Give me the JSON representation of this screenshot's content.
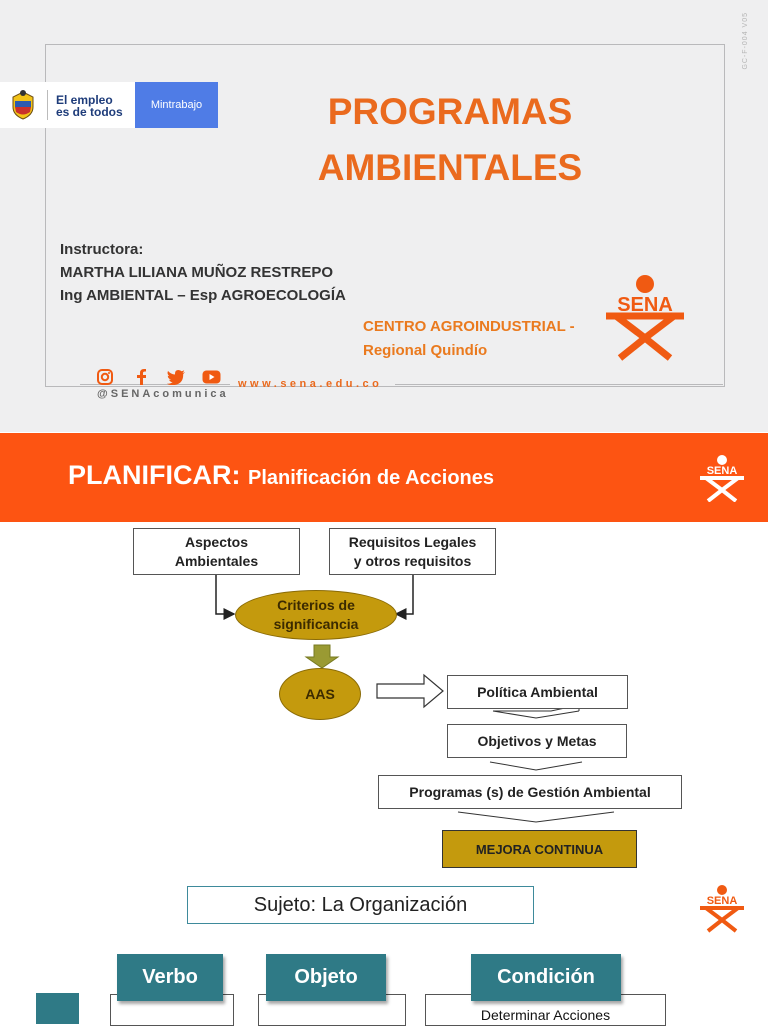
{
  "doc_ref": "GC-F-004 V05",
  "gov_logo": {
    "line1": "El empleo",
    "line2": "es de todos",
    "ministry": "Mintrabajo"
  },
  "slide1": {
    "title_line1": "PROGRAMAS",
    "title_line2": "AMBIENTALES",
    "instructor_label": "Instructora:",
    "instructor_name": "MARTHA LILIANA MUÑOZ RESTREPO",
    "instructor_title": "Ing AMBIENTAL – Esp AGROECOLOGÍA",
    "centro_line1": "CENTRO AGROINDUSTRIAL -",
    "centro_line2": "Regional Quindío",
    "social_handle": "@SENAcomunica",
    "website": "www.sena.edu.co",
    "logo_text": "SENA"
  },
  "slide2": {
    "heading": "PLANIFICAR:",
    "subheading": "Planificación de Acciones",
    "logo_text": "SENA",
    "aspectos_l1": "Aspectos",
    "aspectos_l2": "Ambientales",
    "requisitos_l1": "Requisitos Legales",
    "requisitos_l2": "y otros requisitos",
    "criterios_l1": "Criterios de",
    "criterios_l2": "significancia",
    "aas": "AAS",
    "politica": "Política Ambiental",
    "objetivos": "Objetivos y Metas",
    "programas": "Programas (s) de Gestión Ambiental",
    "mejora": "MEJORA CONTINUA"
  },
  "slide3": {
    "sujeto": "Sujeto: La Organización",
    "verbo": "Verbo",
    "objeto": "Objeto",
    "condicion": "Condición",
    "condicion_text": "Determinar Acciones",
    "logo_text": "SENA"
  },
  "colors": {
    "orange": "#ea6a1e",
    "band": "#fd5412",
    "gold": "#c49a0d",
    "teal": "#2f7a86",
    "gov_blue": "#4f7ce6"
  }
}
